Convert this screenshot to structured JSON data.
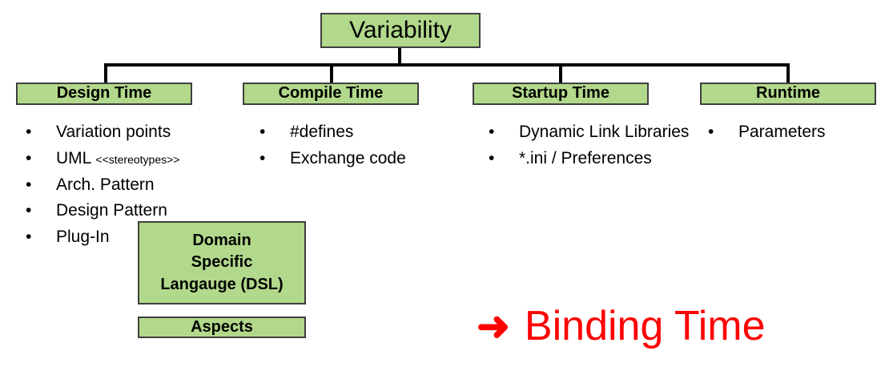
{
  "diagram": {
    "root": {
      "label": "Variability"
    },
    "categories": [
      {
        "label": "Design Time"
      },
      {
        "label": "Compile Time"
      },
      {
        "label": "Startup Time"
      },
      {
        "label": "Runtime"
      }
    ],
    "lists": [
      {
        "items": [
          {
            "text": "Variation points"
          },
          {
            "text": "UML",
            "note": "<<stereotypes>>"
          },
          {
            "text": "Arch. Pattern"
          },
          {
            "text": "Design Pattern"
          },
          {
            "text": "Plug-In"
          }
        ]
      },
      {
        "items": [
          {
            "text": "#defines"
          },
          {
            "text": "Exchange code"
          }
        ]
      },
      {
        "items": [
          {
            "text": "Dynamic Link Libraries"
          },
          {
            "text": "*.ini / Preferences"
          }
        ]
      },
      {
        "items": [
          {
            "text": "Parameters"
          }
        ]
      }
    ],
    "extra_boxes": {
      "dsl": {
        "line1": "Domain",
        "line2": "Specific",
        "line3": "Langauge (DSL)"
      },
      "aspects": {
        "label": "Aspects"
      }
    },
    "callout": {
      "arrow": "➜",
      "label": "Binding Time"
    },
    "bullet_glyph": "•",
    "colors": {
      "box_fill": "#b2d98b",
      "box_border": "#3f3f3f",
      "connector": "#000000",
      "callout": "#ff0000",
      "text": "#000000"
    }
  }
}
